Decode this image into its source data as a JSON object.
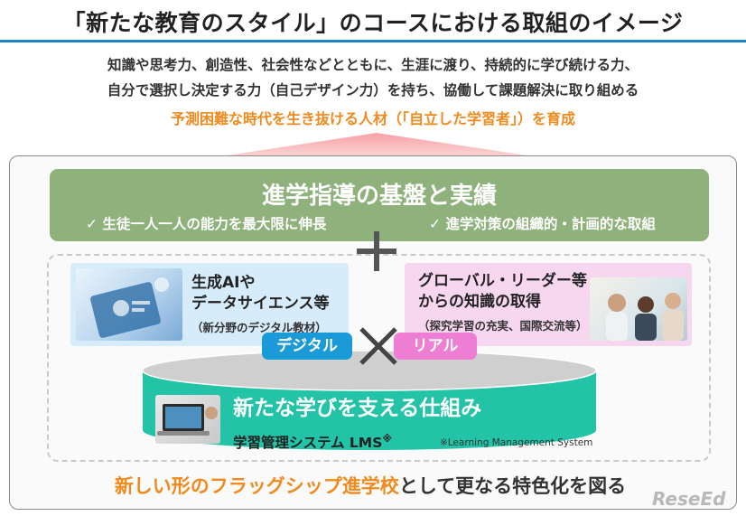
{
  "header": {
    "title": "「新たな教育のスタイル」のコースにおける取組のイメージ",
    "intro_line1": "知識や思考力、創造性、社会性などとともに、生涯に渡り、持続的に学び続ける力、",
    "intro_line2": "自分で選択し決定する力（自己デザイン力）を持ち、協働して課題解決に取り組める",
    "goal": "予測困難な時代を生き抜ける人材（「自立した学習者」）を育成"
  },
  "foundation": {
    "title": "進学指導の基盤と実績",
    "point1": "✓ 生徒一人一人の能力を最大限に伸長",
    "point2": "✓ 進学対策の組織的・計画的な取組"
  },
  "digital_box": {
    "line1": "生成AIや",
    "line2": "データサイエンス等",
    "sub": "（新分野のデジタル教材）",
    "tag": "デジタル"
  },
  "real_box": {
    "line1": "グローバル・リーダー等",
    "line2": "からの知識の取得",
    "sub": "（探究学習の充実、国際交流等）",
    "tag": "リアル"
  },
  "platform": {
    "title": "新たな学びを支える仕組み",
    "lms": "学習管理システム LMS",
    "lms_mark": "※",
    "lms_note": "※Learning Management System"
  },
  "bottom": {
    "highlight": "新しい形のフラッグシップ進学校",
    "rest": "として更なる特色化を図る"
  },
  "watermark": {
    "logo": "ReseEd"
  },
  "colors": {
    "title_rule": "#1f7fc4",
    "accent_orange": "#f08a1c",
    "foundation_green": "#8fb17b",
    "digital_blue": "#1a9ad6",
    "real_pink": "#ee7ed3",
    "cylinder_teal": "#22c3a6"
  }
}
